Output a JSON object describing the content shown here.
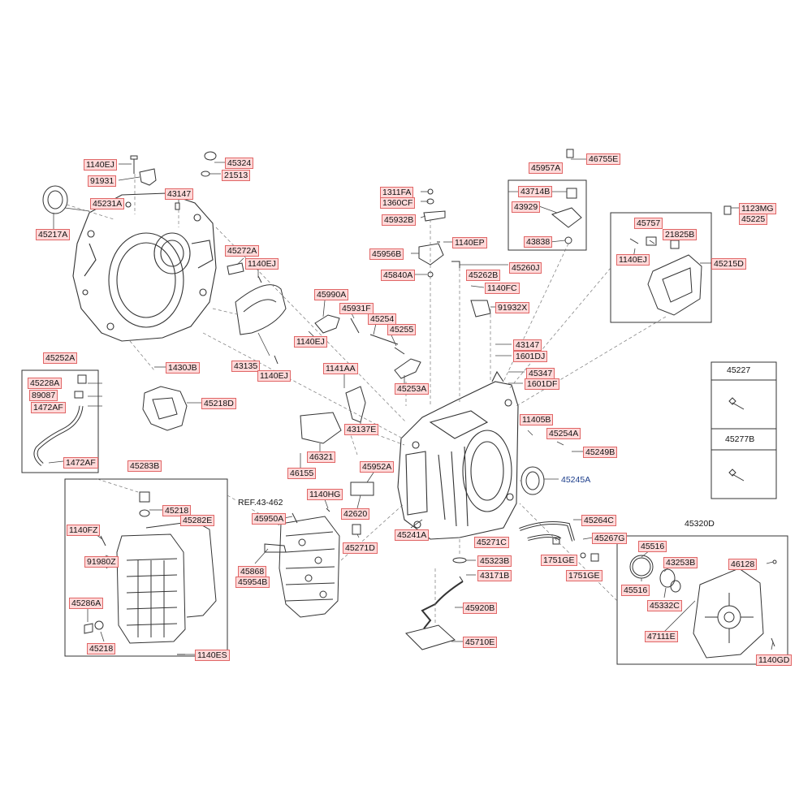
{
  "parts": {
    "p1140EJ_a": "1140EJ",
    "p91931": "91931",
    "p45324": "45324",
    "p21513": "21513",
    "p43147_a": "43147",
    "p45231A": "45231A",
    "p45217A": "45217A",
    "p45272A": "45272A",
    "p1140EJ_b": "1140EJ",
    "p43135": "43135",
    "p1140EJ_c": "1140EJ",
    "p1430JB": "1430JB",
    "p45218D": "45218D",
    "p45252A": "45252A",
    "p45228A": "45228A",
    "p89087": "89087",
    "p1472AF_a": "1472AF",
    "p1472AF_b": "1472AF",
    "p45283B": "45283B",
    "p45218_a": "45218",
    "p45282E": "45282E",
    "p1140FZ": "1140FZ",
    "p91980Z": "91980Z",
    "p45286A": "45286A",
    "p45218_b": "45218",
    "p1140ES": "1140ES",
    "pREF": "REF.43-462",
    "p45950A": "45950A",
    "p45868": "45868",
    "p45954B": "45954B",
    "p1311FA": "1311FA",
    "p1360CF": "1360CF",
    "p45932B": "45932B",
    "p1140EP": "1140EP",
    "p45956B": "45956B",
    "p45840A": "45840A",
    "p45990A": "45990A",
    "p45931F": "45931F",
    "p45254": "45254",
    "p45255": "45255",
    "p1140EJ_d": "1140EJ",
    "p1141AA": "1141AA",
    "p45253A": "45253A",
    "p43137E": "43137E",
    "p46321": "46321",
    "p46155": "46155",
    "p45952A": "45952A",
    "p1140HG": "1140HG",
    "p42620": "42620",
    "p45271D": "45271D",
    "p45241A": "45241A",
    "p45957A": "45957A",
    "p46755E": "46755E",
    "p43714B": "43714B",
    "p43929": "43929",
    "p43838": "43838",
    "p45262B": "45262B",
    "p45260J": "45260J",
    "p1140FC": "1140FC",
    "p91932X": "91932X",
    "p43147_b": "43147",
    "p1601DJ": "1601DJ",
    "p45347": "45347",
    "p1601DF": "1601DF",
    "p11405B": "11405B",
    "p45254A": "45254A",
    "p45249B": "45249B",
    "p45245A": "45245A",
    "p45264C": "45264C",
    "p45267G": "45267G",
    "p1751GE_a": "1751GE",
    "p1751GE_b": "1751GE",
    "p45271C": "45271C",
    "p45323B": "45323B",
    "p43171B": "43171B",
    "p45920B": "45920B",
    "p45710E": "45710E",
    "p1123MG": "1123MG",
    "p45225": "45225",
    "p45757": "45757",
    "p21825B": "21825B",
    "p1140EJ_e": "1140EJ",
    "p45215D": "45215D",
    "p45227": "45227",
    "p45277B": "45277B",
    "p45320D": "45320D",
    "p45516_a": "45516",
    "p43253B": "43253B",
    "p46128": "46128",
    "p45516_b": "45516",
    "p45332C": "45332C",
    "p47111E": "47111E",
    "p1140GD": "1140GD"
  },
  "colors": {
    "label_fill": "#ffd9d9",
    "label_border": "#e06666",
    "highlight_text": "#1a3c8a",
    "line": "#333333"
  }
}
